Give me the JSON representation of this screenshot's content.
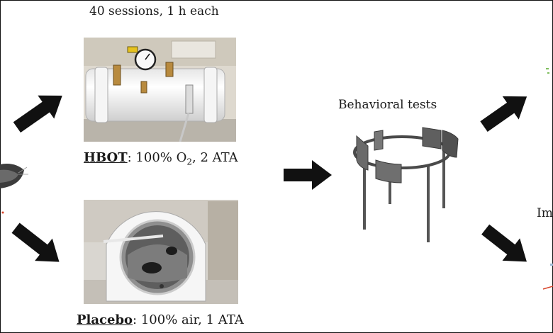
{
  "header": {
    "sessions": "40 sessions, 1 h each"
  },
  "hbot": {
    "name": "HBOT",
    "detail": ": 100% O",
    "sub": "2",
    "detail2": ", 2 ATA"
  },
  "placebo": {
    "name": "Placebo",
    "detail": ": 100% air, 1 ATA"
  },
  "behavior": {
    "label": "Behavioral tests"
  },
  "cropped": {
    "label": "Im"
  },
  "colors": {
    "arrow": "#111111",
    "chamber_white": "#f4f4f4",
    "frame": "#111111"
  }
}
